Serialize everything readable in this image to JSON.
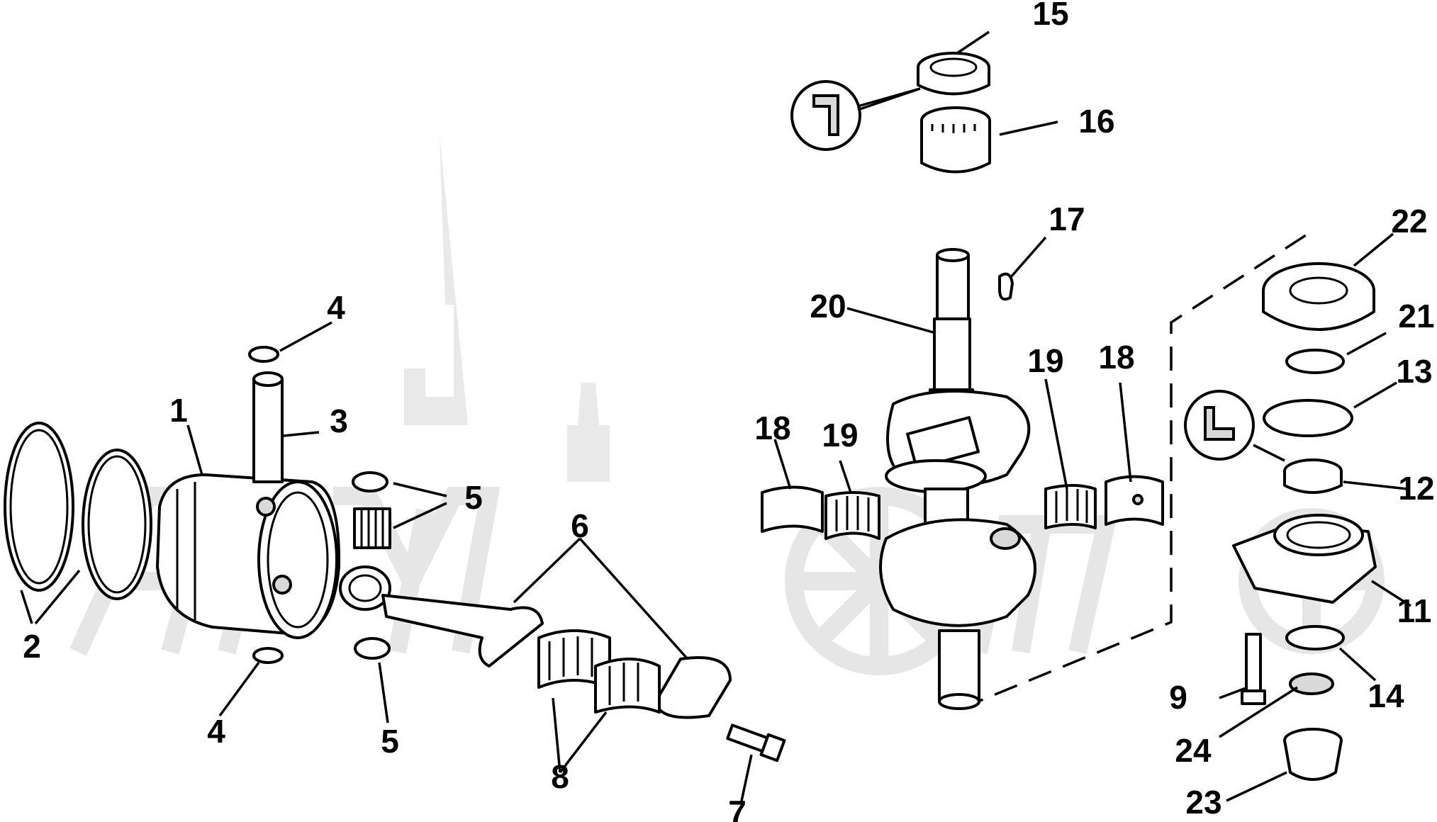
{
  "callouts": [
    {
      "id": "c1",
      "text": "1"
    },
    {
      "id": "c2",
      "text": "2"
    },
    {
      "id": "c3",
      "text": "3"
    },
    {
      "id": "c4a",
      "text": "4"
    },
    {
      "id": "c4b",
      "text": "4"
    },
    {
      "id": "c5a",
      "text": "5"
    },
    {
      "id": "c5b",
      "text": "5"
    },
    {
      "id": "c6",
      "text": "6"
    },
    {
      "id": "c7",
      "text": "7"
    },
    {
      "id": "c8",
      "text": "8"
    },
    {
      "id": "c9",
      "text": "9"
    },
    {
      "id": "c11",
      "text": "11"
    },
    {
      "id": "c12",
      "text": "12"
    },
    {
      "id": "c13",
      "text": "13"
    },
    {
      "id": "c14",
      "text": "14"
    },
    {
      "id": "c15",
      "text": "15"
    },
    {
      "id": "c16",
      "text": "16"
    },
    {
      "id": "c17",
      "text": "17"
    },
    {
      "id": "c18a",
      "text": "18"
    },
    {
      "id": "c18b",
      "text": "18"
    },
    {
      "id": "c19a",
      "text": "19"
    },
    {
      "id": "c19b",
      "text": "19"
    },
    {
      "id": "c20",
      "text": "20"
    },
    {
      "id": "c21",
      "text": "21"
    },
    {
      "id": "c22",
      "text": "22"
    },
    {
      "id": "c23",
      "text": "23"
    },
    {
      "id": "c24",
      "text": "24"
    }
  ]
}
